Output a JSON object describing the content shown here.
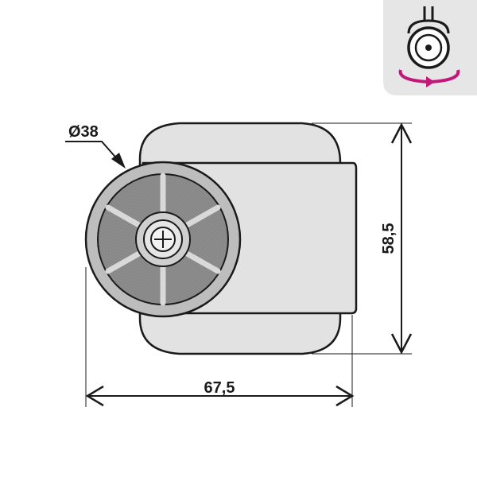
{
  "drawing": {
    "wheel_diameter_label": "Ø38",
    "width_label": "67,5",
    "height_label": "58,5"
  },
  "swivel_badge": {
    "icon": "swivel-rotation-icon",
    "accent_color": "#c2187a",
    "background_color": "#e6e6e6"
  },
  "colors": {
    "body_fill": "#e2e2e2",
    "wheel_rim": "#bdbdbd",
    "wheel_tread": "#8a8a8a",
    "outline": "#1a1a1a"
  }
}
